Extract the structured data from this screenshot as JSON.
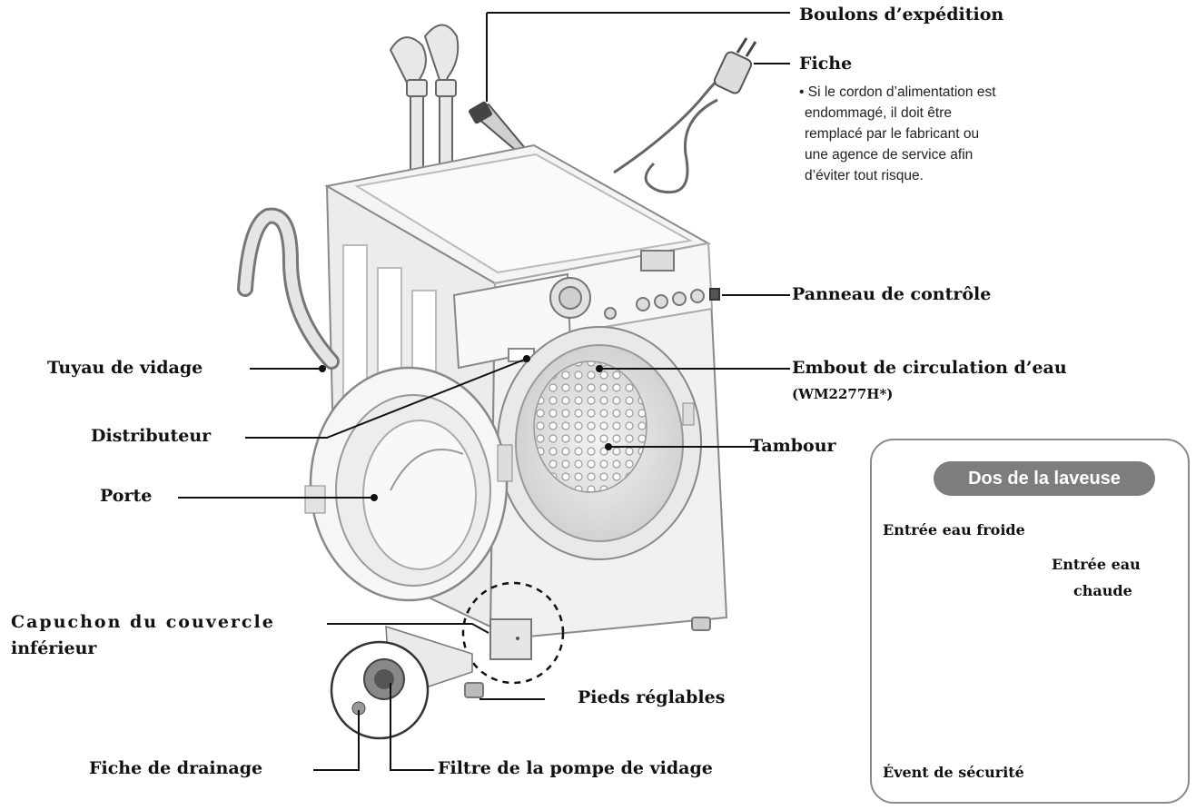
{
  "labels": {
    "shipping_bolts": "Boulons d’expédition",
    "plug": "Fiche",
    "plug_note": [
      "• Si le cordon d’alimentation est",
      "endommagé, il doit être",
      "remplacé par le fabricant ou",
      "une agence de service afin",
      "d’éviter tout risque."
    ],
    "control_panel": "Panneau de contrôle",
    "drain_hose": "Tuyau de vidage",
    "water_nozzle": "Embout de circulation d’eau",
    "water_nozzle_model": "(WM2277H*)",
    "dispenser": "Distributeur",
    "drum": "Tambour",
    "door": "Porte",
    "lower_cover_cap_1": "Capuchon du couvercle",
    "lower_cover_cap_2": "inférieur",
    "leveling_feet": "Pieds réglables",
    "drain_plug": "Fiche de drainage",
    "drain_pump_filter": "Filtre de la pompe de vidage"
  },
  "inset": {
    "title": "Dos de la laveuse",
    "cold_inlet": "Entrée eau froide",
    "hot_inlet_1": "Entrée eau",
    "hot_inlet_2": "chaude",
    "safety_vent": "Évent de sécurité"
  }
}
